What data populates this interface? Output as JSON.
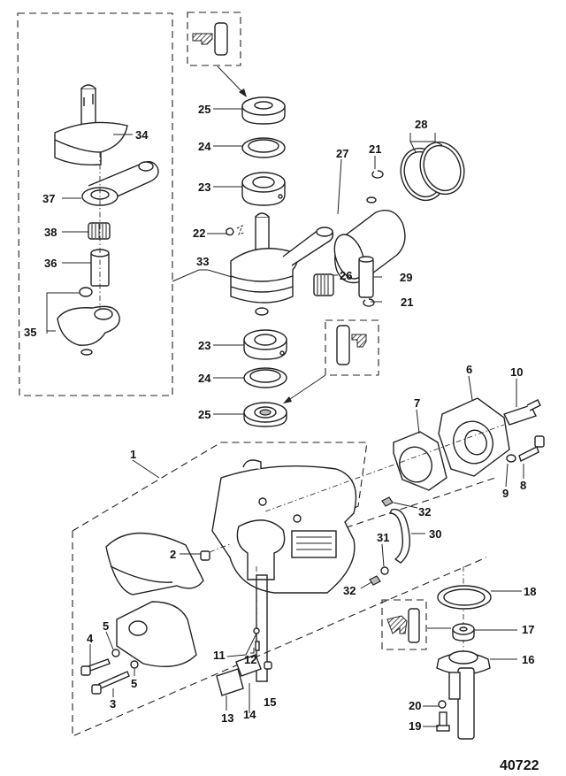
{
  "figure": {
    "id": "40722",
    "title": "Crankshaft, Piston and Crankcase Exploded View"
  },
  "callouts": [
    {
      "id": "c1",
      "label": "1",
      "part": "crankcase-assembly"
    },
    {
      "id": "c2",
      "label": "2",
      "part": "dowel-pin"
    },
    {
      "id": "c3",
      "label": "3",
      "part": "long-screw"
    },
    {
      "id": "c4",
      "label": "4",
      "part": "screw"
    },
    {
      "id": "c5a",
      "label": "5",
      "part": "nut"
    },
    {
      "id": "c5b",
      "label": "5",
      "part": "nut"
    },
    {
      "id": "c6",
      "label": "6",
      "part": "cylinder-head"
    },
    {
      "id": "c7",
      "label": "7",
      "part": "head-gasket"
    },
    {
      "id": "c8",
      "label": "8",
      "part": "head-bolt"
    },
    {
      "id": "c9",
      "label": "9",
      "part": "washer"
    },
    {
      "id": "c10",
      "label": "10",
      "part": "spark-plug"
    },
    {
      "id": "c11",
      "label": "11",
      "part": "check-ball"
    },
    {
      "id": "c12",
      "label": "12",
      "part": "spring"
    },
    {
      "id": "c13",
      "label": "13",
      "part": "reed-plate-gasket"
    },
    {
      "id": "c14",
      "label": "14",
      "part": "reed-cover"
    },
    {
      "id": "c15",
      "label": "15",
      "part": "cover-screw"
    },
    {
      "id": "c16",
      "label": "16",
      "part": "lower-end-cap"
    },
    {
      "id": "c17",
      "label": "17",
      "part": "lower-oil-seal"
    },
    {
      "id": "c18",
      "label": "18",
      "part": "end-cap-gasket"
    },
    {
      "id": "c19",
      "label": "19",
      "part": "end-cap-screw"
    },
    {
      "id": "c20",
      "label": "20",
      "part": "lockwasher"
    },
    {
      "id": "c21a",
      "label": "21",
      "part": "piston-pin-retainer-upper"
    },
    {
      "id": "c21b",
      "label": "21",
      "part": "piston-pin-retainer-lower"
    },
    {
      "id": "c22",
      "label": "22",
      "part": "woodruff-key"
    },
    {
      "id": "c23a",
      "label": "23",
      "part": "upper-ball-bearing"
    },
    {
      "id": "c23b",
      "label": "23",
      "part": "lower-ball-bearing"
    },
    {
      "id": "c24a",
      "label": "24",
      "part": "upper-bearing-ring"
    },
    {
      "id": "c24b",
      "label": "24",
      "part": "lower-bearing-ring"
    },
    {
      "id": "c25a",
      "label": "25",
      "part": "upper-oil-seal"
    },
    {
      "id": "c25b",
      "label": "25",
      "part": "lower-oil-seal"
    },
    {
      "id": "c26",
      "label": "26",
      "part": "needle-bearing"
    },
    {
      "id": "c27",
      "label": "27",
      "part": "piston"
    },
    {
      "id": "c28",
      "label": "28",
      "part": "piston-rings"
    },
    {
      "id": "c29",
      "label": "29",
      "part": "piston-pin"
    },
    {
      "id": "c30",
      "label": "30",
      "part": "bleed-hose"
    },
    {
      "id": "c31",
      "label": "31",
      "part": "check-valve"
    },
    {
      "id": "c32a",
      "label": "32",
      "part": "hose-clamp-upper"
    },
    {
      "id": "c32b",
      "label": "32",
      "part": "hose-clamp-lower"
    },
    {
      "id": "c33",
      "label": "33",
      "part": "crankshaft-assembly"
    },
    {
      "id": "c34",
      "label": "34",
      "part": "upper-crank-half"
    },
    {
      "id": "c35",
      "label": "35",
      "part": "lower-crank-half"
    },
    {
      "id": "c36",
      "label": "36",
      "part": "crank-pin"
    },
    {
      "id": "c37",
      "label": "37",
      "part": "connecting-rod"
    },
    {
      "id": "c38",
      "label": "38",
      "part": "rod-needle-bearing"
    }
  ]
}
